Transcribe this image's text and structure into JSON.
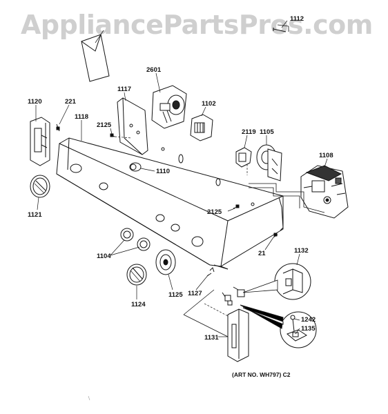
{
  "watermark": "AppliancePartsPros.com",
  "art_number": "(ART NO. WH797) C2",
  "callouts": {
    "p1112": "1112",
    "p2601": "2601",
    "p1117": "1117",
    "p1102": "1102",
    "p1120": "1120",
    "p221": "221",
    "p1118": "1118",
    "p2125a": "2125",
    "p2119": "2119",
    "p1105": "1105",
    "p1108": "1108",
    "p1110": "1110",
    "p1121": "1121",
    "p2125b": "2125",
    "p1104": "1104",
    "p21": "21",
    "p1132": "1132",
    "p1124": "1124",
    "p1125": "1125",
    "p1127": "1127",
    "p1242": "1242",
    "p1135": "1135",
    "p1131": "1131"
  }
}
